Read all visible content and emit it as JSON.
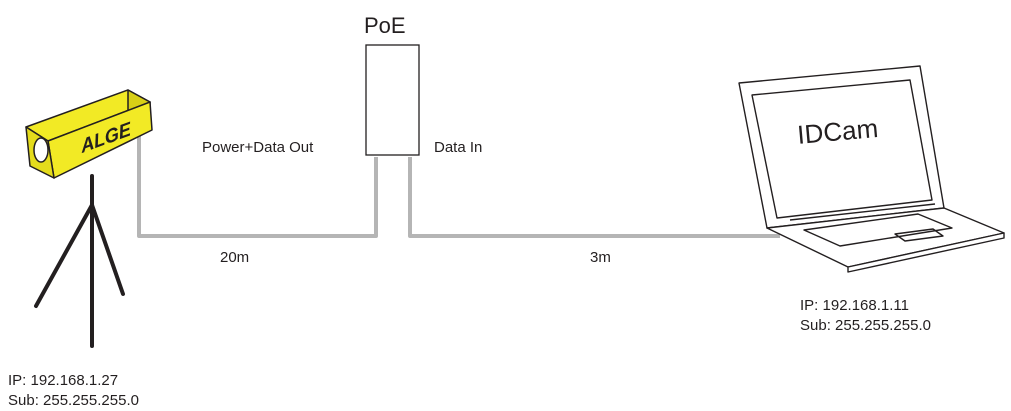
{
  "diagram": {
    "poe": {
      "title": "PoE"
    },
    "ports": {
      "out_label": "Power+Data Out",
      "in_label": "Data In"
    },
    "camera": {
      "brand": "ALGE",
      "ip": "IP: 192.168.1.27",
      "subnet": "Sub: 255.255.255.0"
    },
    "cables": {
      "camera_to_poe": "20m",
      "poe_to_laptop": "3m"
    },
    "laptop": {
      "screen_label": "IDCam",
      "ip": "IP: 192.168.1.11",
      "subnet": "Sub: 255.255.255.0"
    },
    "colors": {
      "camera_yellow": "#f2ea25",
      "cable_gray": "#b5b5b5",
      "outline": "#231f20"
    }
  }
}
